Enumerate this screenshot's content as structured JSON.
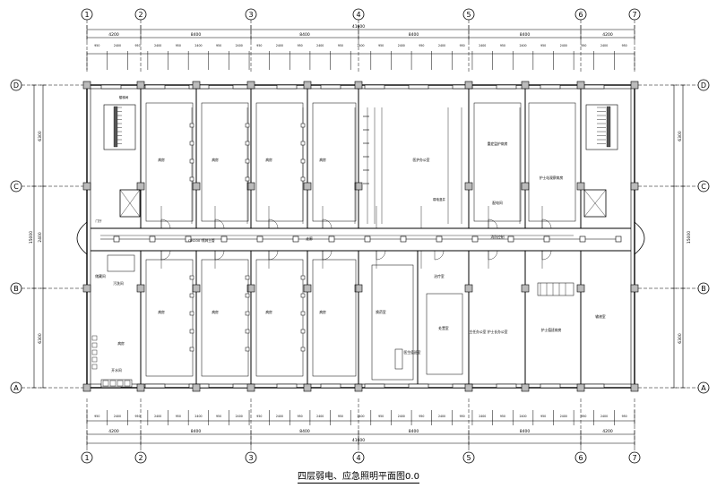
{
  "drawing": {
    "title": "四层弱电、应急照明平面图0.0",
    "axes_columns": [
      "1",
      "2",
      "3",
      "4",
      "5",
      "6",
      "7"
    ],
    "axes_rows": [
      "D",
      "C",
      "B",
      "A"
    ],
    "dims_top_overall": "41600",
    "dims_top_mid": [
      "4200",
      "8400",
      "8400",
      "8400",
      "8400",
      "4200"
    ],
    "dims_top_detail": [
      "950",
      "2400",
      "950",
      "2400",
      "950",
      "2400",
      "950",
      "2400",
      "950",
      "2400",
      "950",
      "2400",
      "950",
      "2400",
      "950",
      "2400",
      "950",
      "2400",
      "950",
      "2400",
      "950",
      "2400",
      "950",
      "2400",
      "950",
      "2400",
      "950"
    ],
    "dims_bottom_overall": "41600",
    "dims_bottom_mid": [
      "4200",
      "8400",
      "8400",
      "8400",
      "8400",
      "4200"
    ],
    "dims_left_row": [
      "6300",
      "2400",
      "6300"
    ],
    "dims_left_overall": "15000",
    "dims_right_row": [
      "6300",
      "2400",
      "6300"
    ],
    "dims_right_overall": "15000",
    "room_labels": [
      "病房",
      "病房",
      "病房",
      "病房",
      "医护办公室",
      "重症监护病房",
      "护士站观察病房",
      "配电间",
      "病房",
      "病房",
      "病房",
      "病房",
      "病房",
      "换药室",
      "治疗室",
      "处置室",
      "主任办公室 护士长办公室",
      "护士值班病房",
      "输液室",
      "医生值班室",
      "走廊",
      "消防控制",
      "储藏间",
      "污洗间",
      "开水间",
      "DN100 喷淋主管"
    ],
    "notes": [
      "弱电竖井",
      "门厅",
      "楼梯间"
    ]
  }
}
